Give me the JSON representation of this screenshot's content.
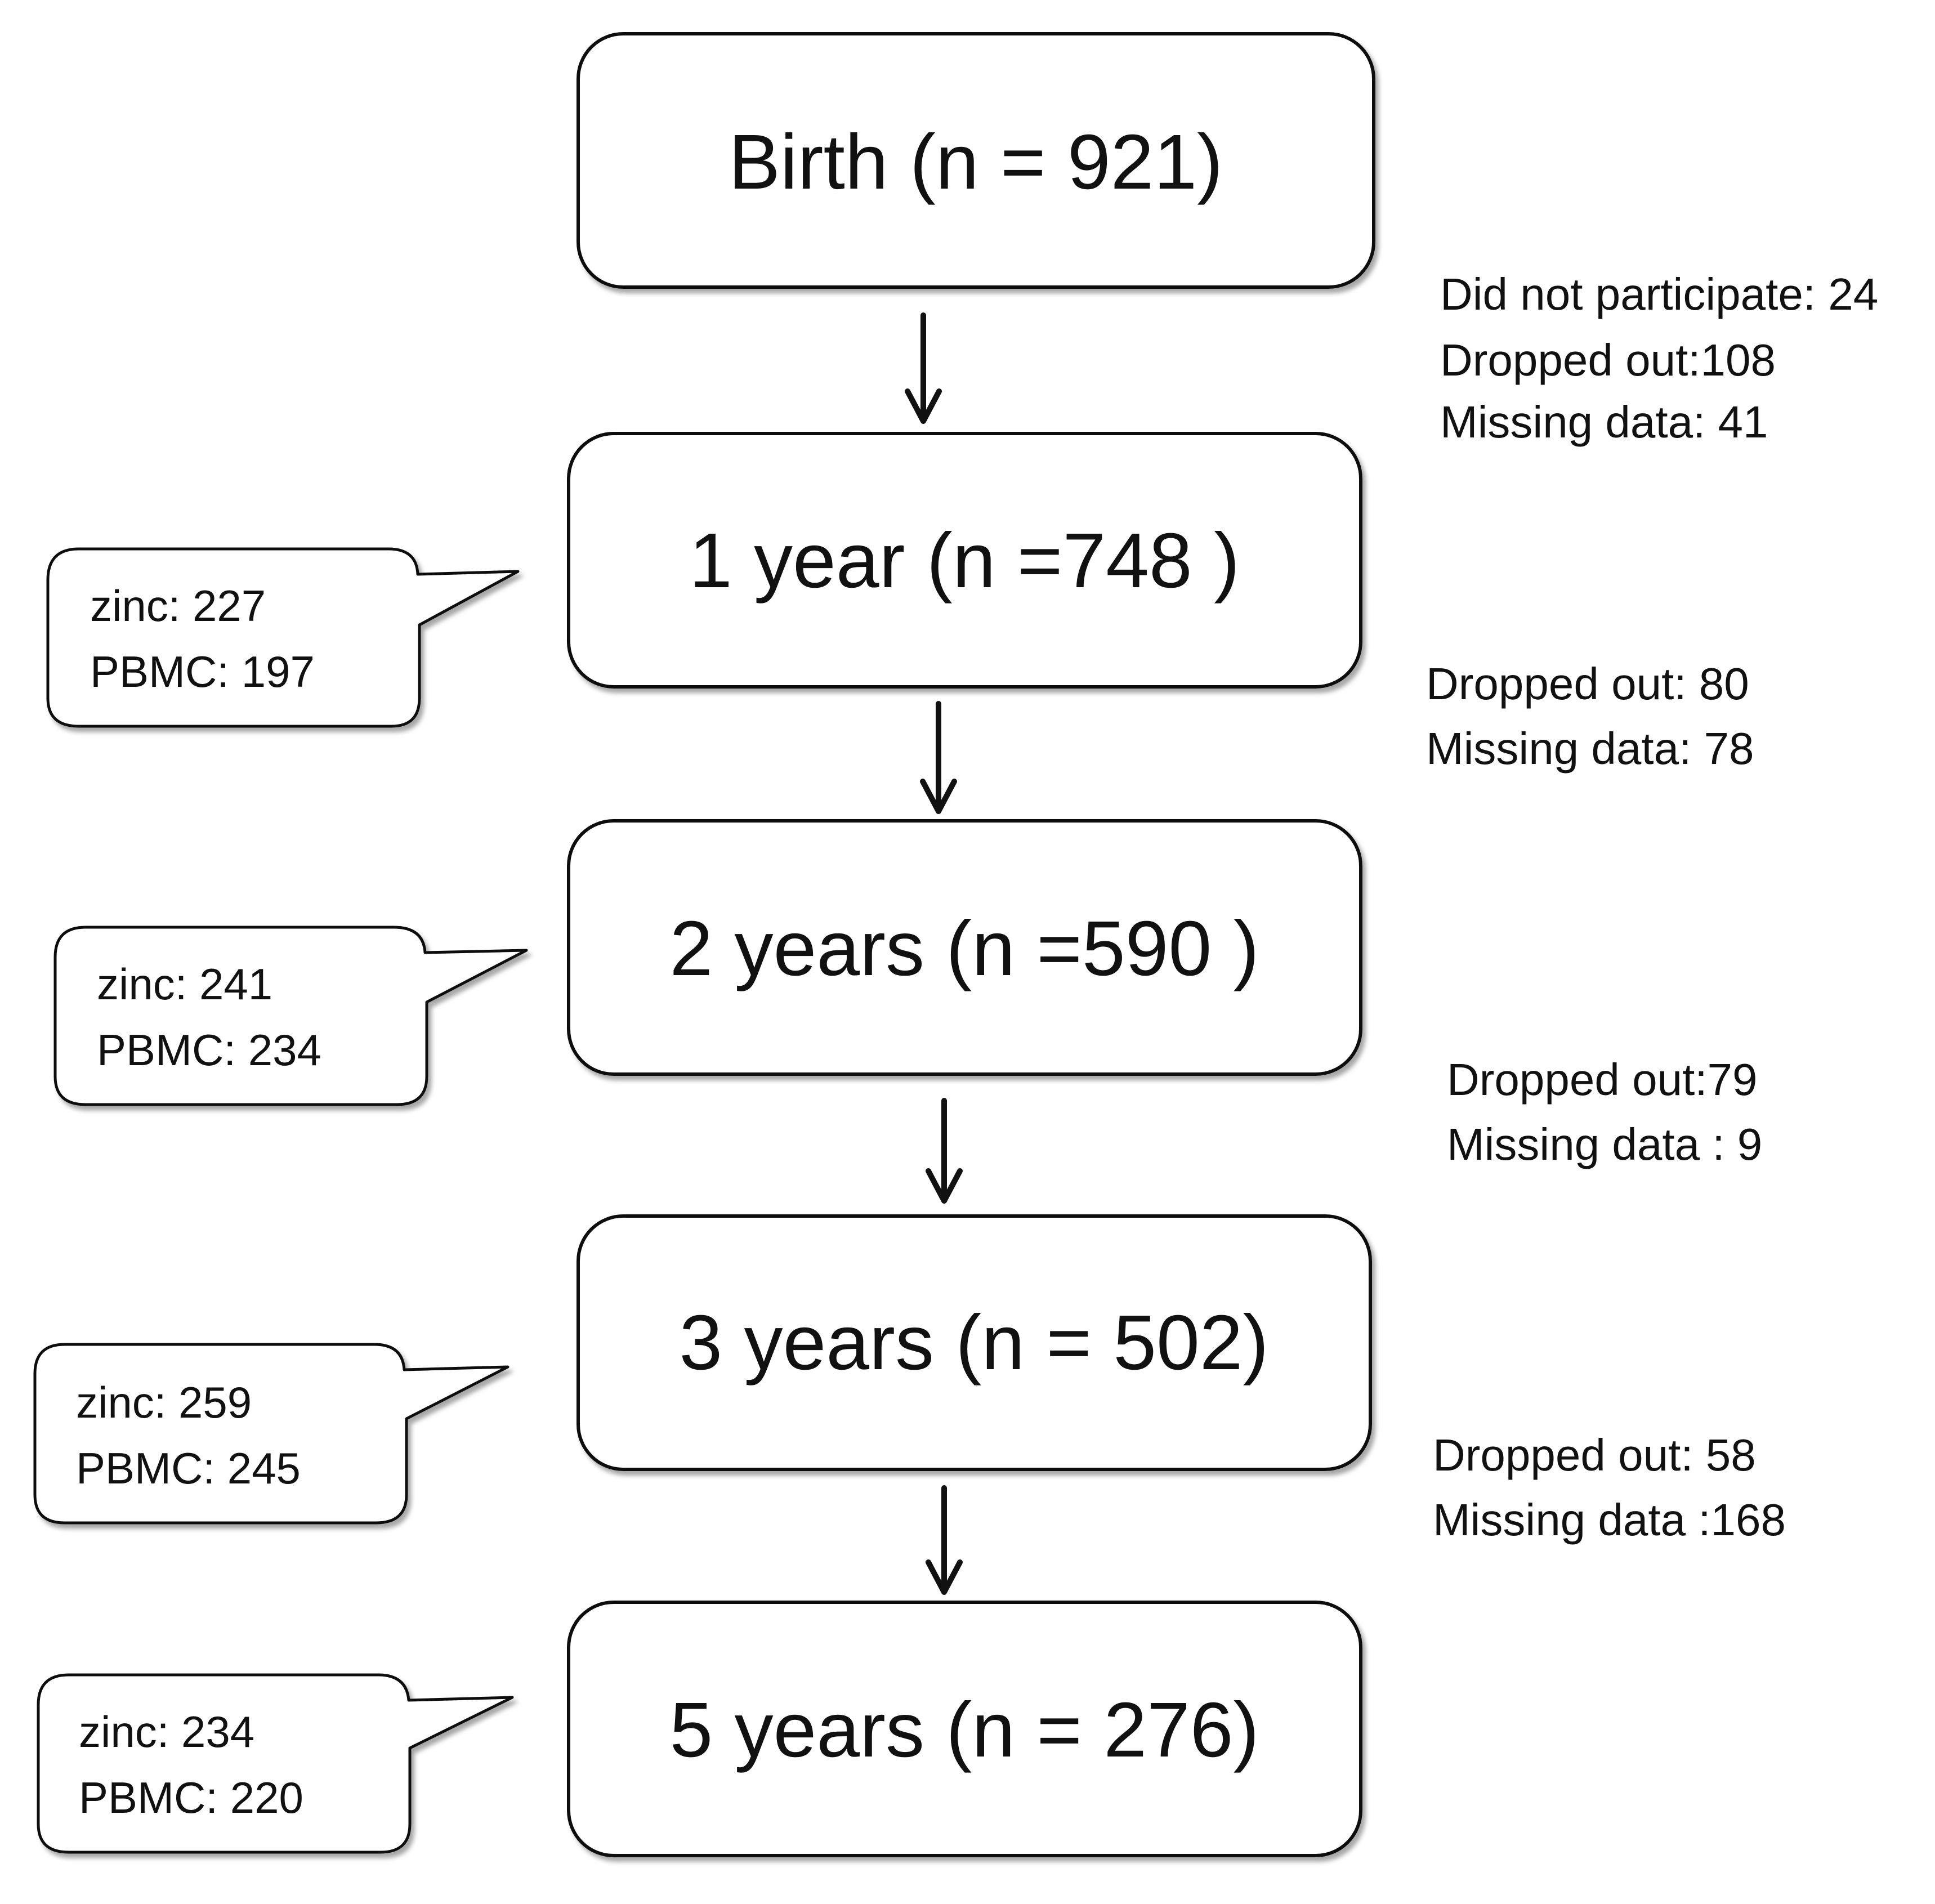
{
  "stages": [
    {
      "label": "Birth (n = 921)"
    },
    {
      "label": "1 year (n =748 )"
    },
    {
      "label": "2 years (n =590 )"
    },
    {
      "label": "3 years (n = 502)"
    },
    {
      "label": "5 years (n = 276)"
    }
  ],
  "callouts": [
    {
      "zinc": "zinc: 227",
      "pbmc": "PBMC: 197"
    },
    {
      "zinc": "zinc: 241",
      "pbmc": "PBMC: 234"
    },
    {
      "zinc": "zinc: 259",
      "pbmc": "PBMC: 245"
    },
    {
      "zinc": "zinc: 234",
      "pbmc": "PBMC: 220"
    }
  ],
  "losses": [
    {
      "lines": [
        "Did not participate: 24",
        "Dropped out:108",
        "Missing data: 41"
      ]
    },
    {
      "lines": [
        "Dropped out: 80",
        "Missing data: 78"
      ]
    },
    {
      "lines": [
        "Dropped out:79",
        "Missing data : 9"
      ]
    },
    {
      "lines": [
        "Dropped out: 58",
        "Missing data :168"
      ]
    }
  ],
  "colors": {
    "stroke": "#111111",
    "fill": "#ffffff",
    "shadow": "#8a8a8a"
  }
}
